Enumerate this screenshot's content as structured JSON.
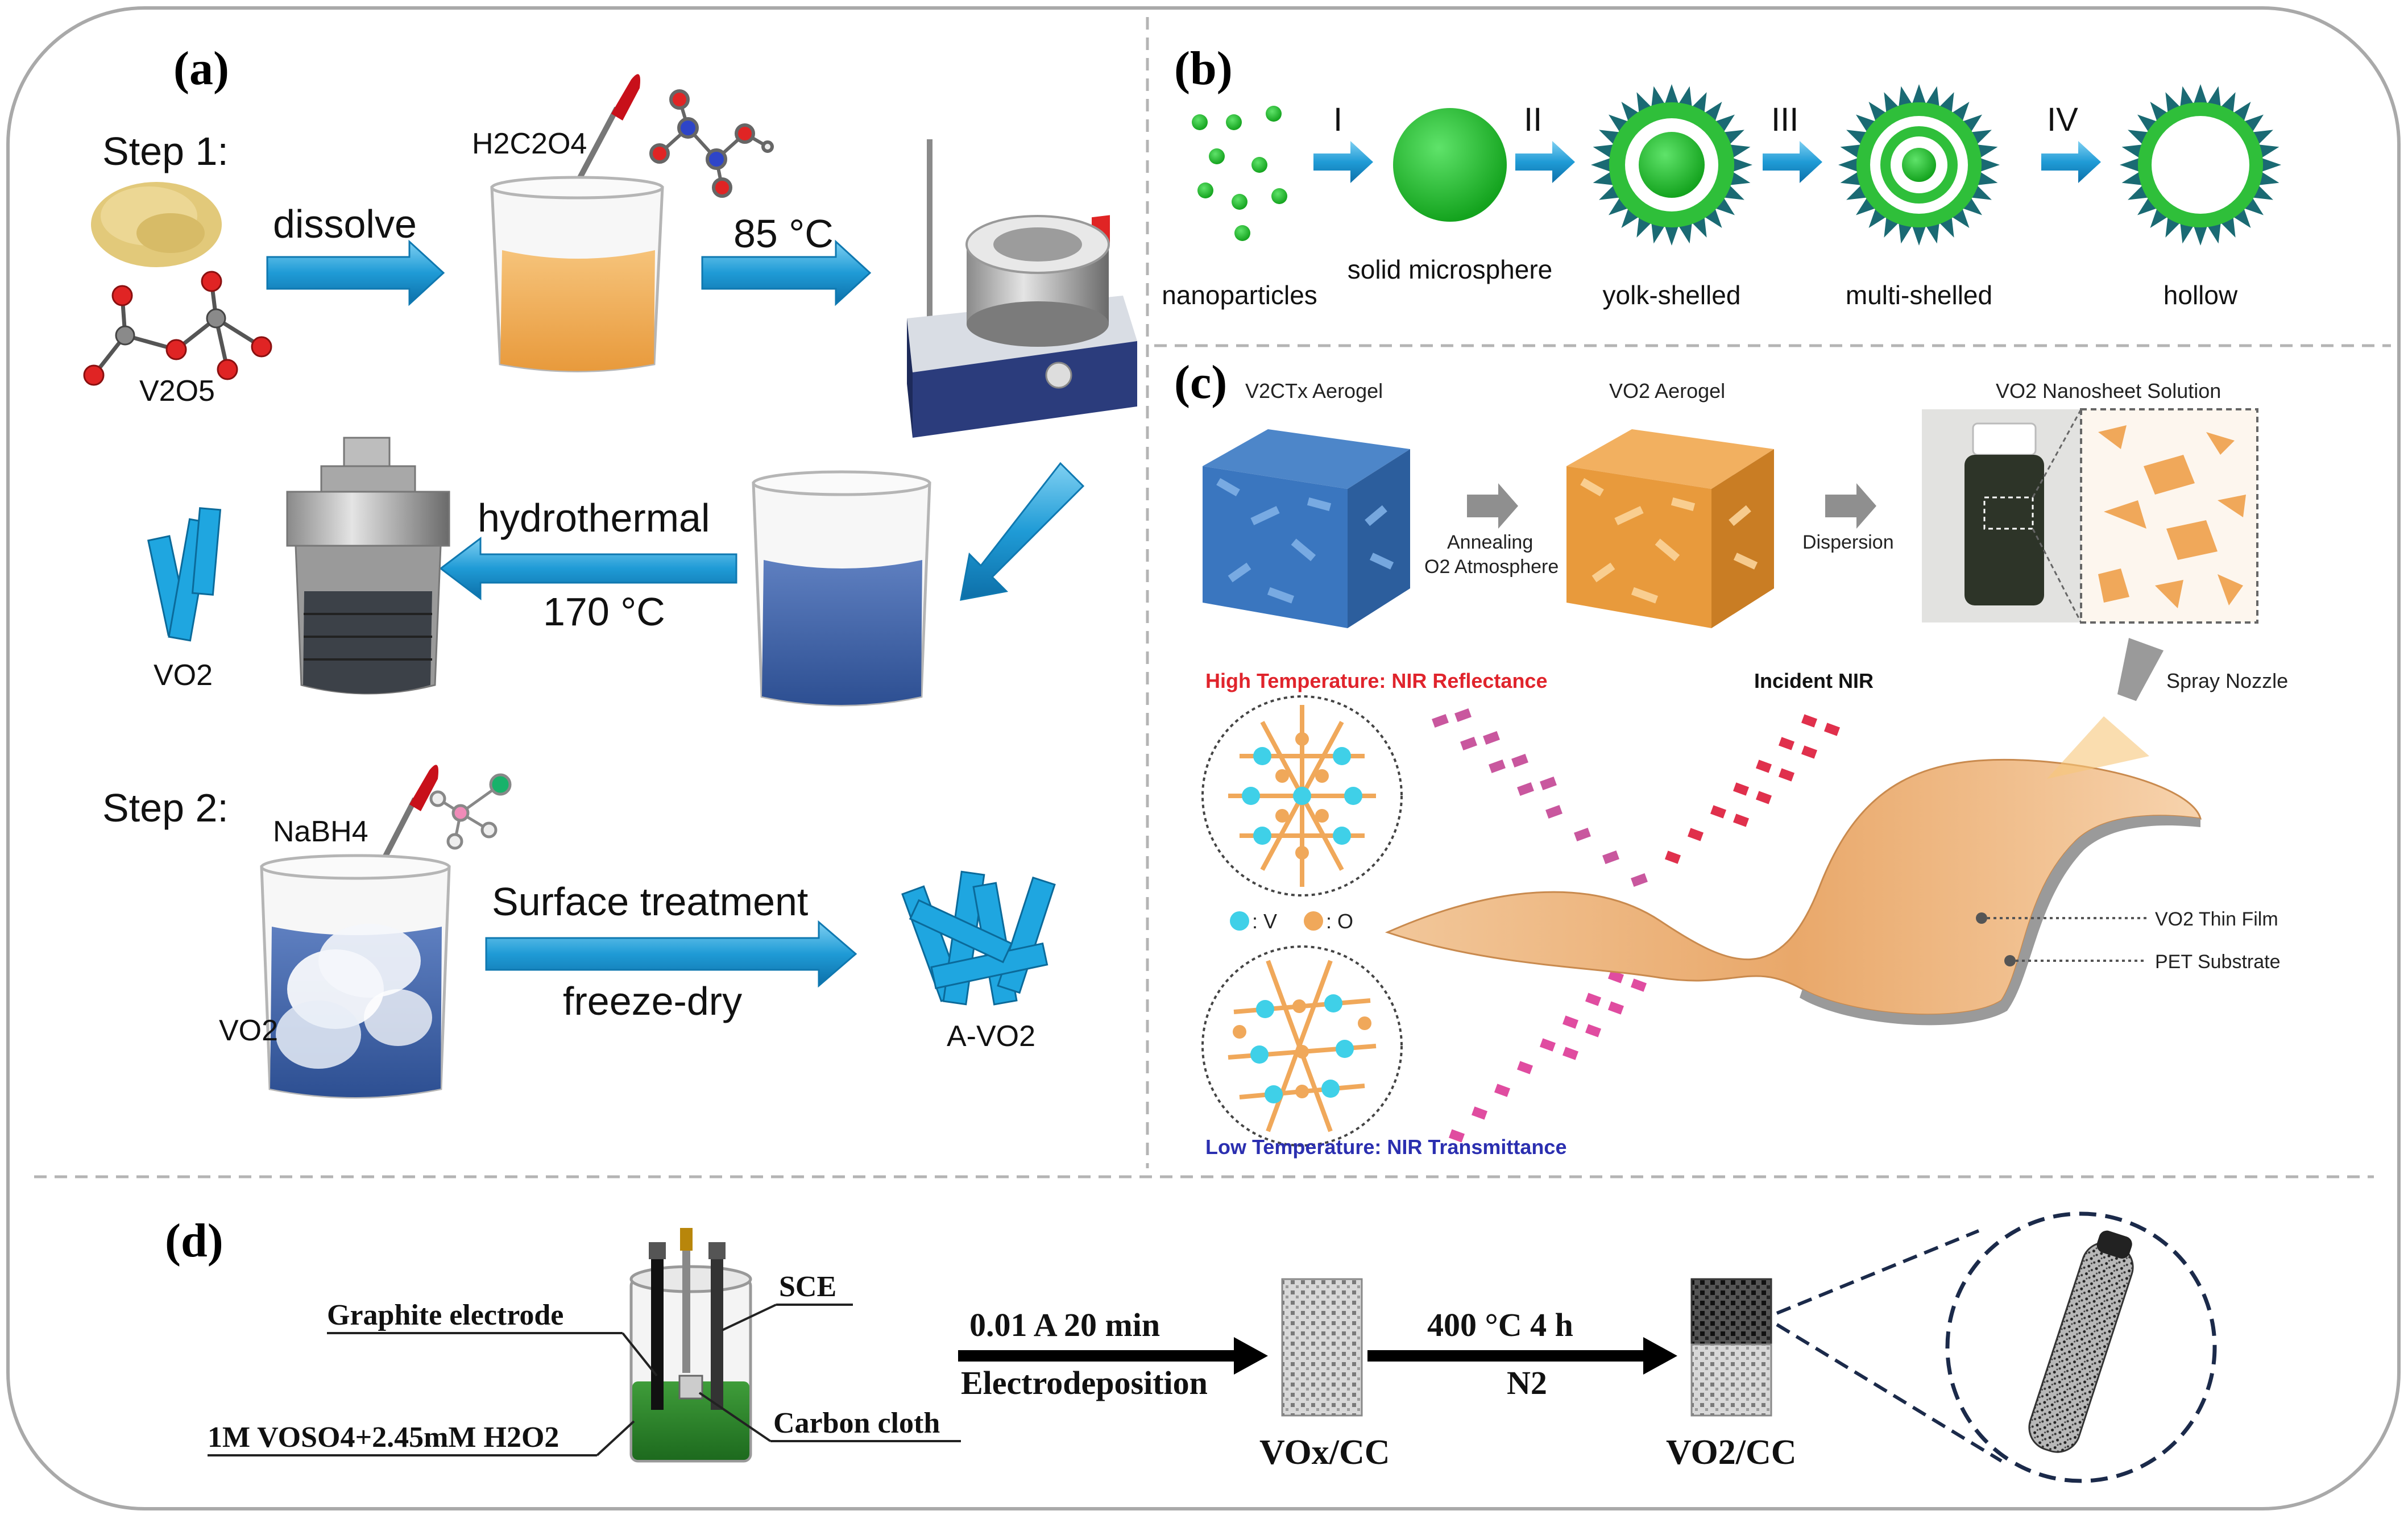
{
  "panel_a": {
    "label": "(a)",
    "step1": "Step 1:",
    "step2": "Step 2:",
    "dissolve": "dissolve",
    "temp1": "85 °C",
    "hydrothermal": "hydrothermal",
    "temp2": "170 °C",
    "h2c2o4": "H2C2O4",
    "v2o5": "V2O5",
    "vo2": "VO2",
    "nabh4": "NaBH4",
    "surface": "Surface treatment",
    "freeze": "freeze-dry",
    "vo2b": "VO2",
    "avo2": "A-VO2"
  },
  "panel_b": {
    "label": "(b)",
    "steps": [
      "I",
      "II",
      "III",
      "IV"
    ],
    "stages": [
      "nanoparticles",
      "solid microsphere",
      "yolk-shelled",
      "multi-shelled",
      "hollow"
    ]
  },
  "panel_c": {
    "label": "(c)",
    "v2ctx": "V2CTx Aerogel",
    "vo2aero": "VO2 Aerogel",
    "nanosheet": "VO2 Nanosheet Solution",
    "annealing": "Annealing",
    "o2atm": "O2 Atmosphere",
    "dispersion": "Dispersion",
    "hightemp": "High Temperature: NIR Reflectance",
    "incident": "Incident NIR",
    "spray": "Spray Nozzle",
    "v_legend": ": V",
    "o_legend": ": O",
    "thinfilm": "VO2 Thin Film",
    "pet": "PET Substrate",
    "lowtemp": "Low Temperature: NIR Transmittance"
  },
  "panel_d": {
    "label": "(d)",
    "graphite": "Graphite electrode",
    "sce": "SCE",
    "carbon": "Carbon cloth",
    "solution": "1M VOSO4+2.45mM H2O2",
    "cond1": "0.01 A   20 min",
    "electrodep": "Electrodeposition",
    "vox": "VOx/CC",
    "cond2": "400 °C   4 h",
    "n2": "N2",
    "vo2cc": "VO2/CC"
  },
  "colors": {
    "arrow_blue": "#1f9bd6",
    "green": "#2fbf3a",
    "spike_dark": "#1a6a73",
    "orange": "#f0a85a",
    "red_text": "#e0242c",
    "blue_text": "#2b2fb0"
  }
}
